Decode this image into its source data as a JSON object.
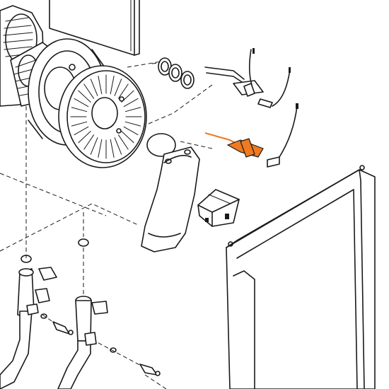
{
  "diagram": {
    "kind": "exploded-parts-drawing",
    "highlight_color": "#f07a21",
    "line_color": "#1a1a1a",
    "background": "#ffffff",
    "parts": [
      {
        "id": "burner-housing",
        "icon": "cylinder-mesh"
      },
      {
        "id": "burner-mesh",
        "icon": "mesh-tube"
      },
      {
        "id": "flange-ring",
        "icon": "ring"
      },
      {
        "id": "burner-door",
        "icon": "slotted-disc"
      },
      {
        "id": "gasket-rings",
        "icon": "o-rings"
      },
      {
        "id": "ignition-electrodes",
        "icon": "electrode"
      },
      {
        "id": "flame-sensor-electrode",
        "icon": "electrode",
        "highlighted": true
      },
      {
        "id": "air-intake-duct",
        "icon": "duct"
      },
      {
        "id": "ignition-transformer",
        "icon": "box"
      },
      {
        "id": "front-panel",
        "icon": "panel"
      },
      {
        "id": "left-pipe-assembly",
        "icon": "pipe"
      },
      {
        "id": "right-pipe-assembly",
        "icon": "pipe"
      }
    ]
  }
}
